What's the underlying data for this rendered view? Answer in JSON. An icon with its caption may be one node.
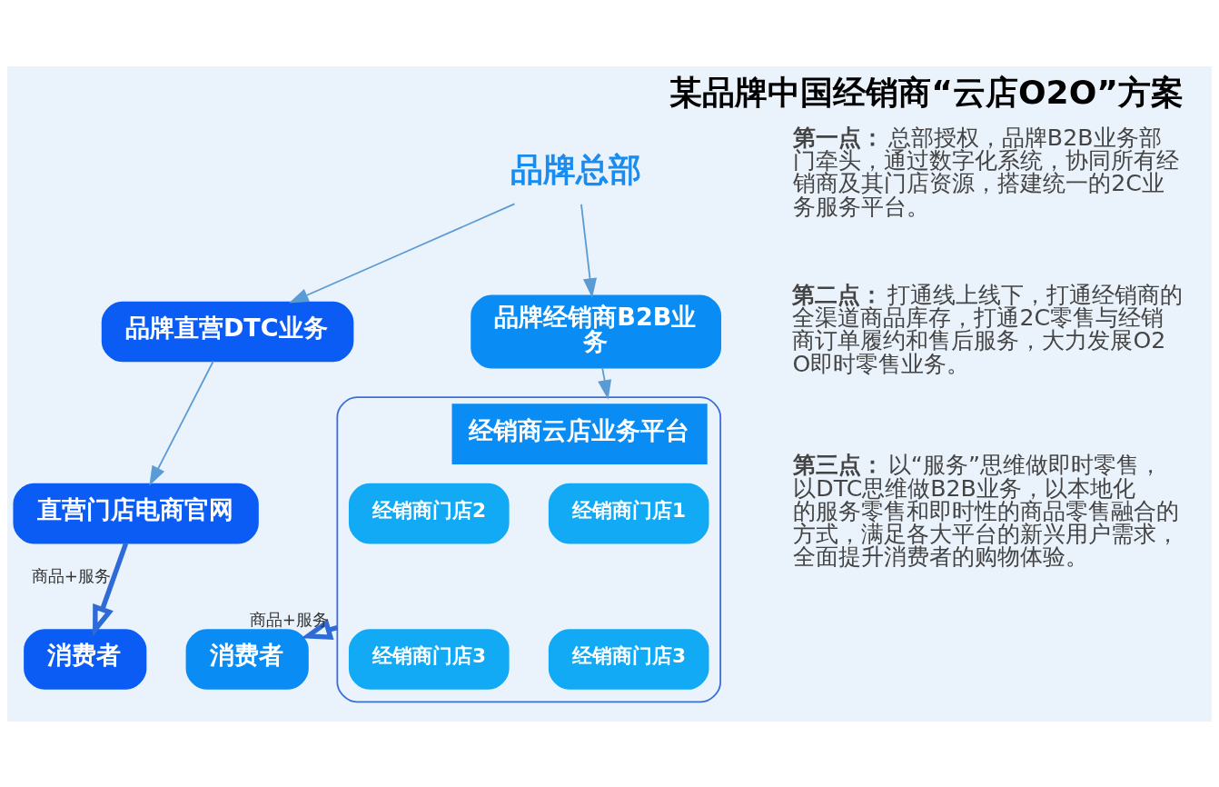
{
  "diagram": {
    "title": "某品牌中国经销商“云店O2O”方案",
    "nodes": [
      {
        "text": [
          "品牌总部"
        ]
      },
      {
        "text": [
          "品牌直营DTC业务"
        ]
      },
      {
        "text": [
          "品牌经销商B2B业务"
        ]
      },
      {
        "text": [
          "直营门店电商官网"
        ]
      },
      {
        "text": [
          "消费者"
        ]
      },
      {
        "text": [
          "经销商云店业务平台"
        ]
      },
      {
        "text": [
          "经销商门店1"
        ],
        "in": 5
      },
      {
        "text": [
          "经销商门店2"
        ],
        "in": 5
      },
      {
        "text": [
          "经销商门店3"
        ],
        "in": 5
      },
      {
        "text": [
          "经销商门店3"
        ],
        "in": 5
      },
      {
        "text": [
          "消费者"
        ]
      }
    ],
    "edges": [
      {
        "from": 0,
        "to": 1,
        "arrow": "to"
      },
      {
        "from": 0,
        "to": 2,
        "arrow": "to"
      },
      {
        "from": 1,
        "to": 3,
        "arrow": "to"
      },
      {
        "from": 2,
        "to": 5,
        "arrow": "to"
      },
      {
        "from": 3,
        "to": 4,
        "arrow": "to",
        "label": "商品+服务",
        "style": "thick",
        "color": "#2f6bd6"
      },
      {
        "from": 5,
        "to": 10,
        "arrow": "to",
        "label": "商品+服务",
        "style": "thick",
        "color": "#2f6bd6"
      }
    ],
    "labels": [
      "**第一点：**总部授权，品牌B2B业务部门牵头，通过数字化系统，协同所有经销商及其门店资源，搭建统一的2C业务服务平台。",
      "**第二点：**打通线上线下，打通经销商的全渠道商品库存，打通2C零售与经销商订单履约和售后服务，大力发展O2O即时零售业务。",
      "**第三点：**以“服务”思维做即时零售，以DTC思维做B2B业务，以本地化的服务零售和即时性的商品零售融合的方式，满足各大平台的新兴用户需求，全面提升消费者的购物体验。"
    ]
  }
}
